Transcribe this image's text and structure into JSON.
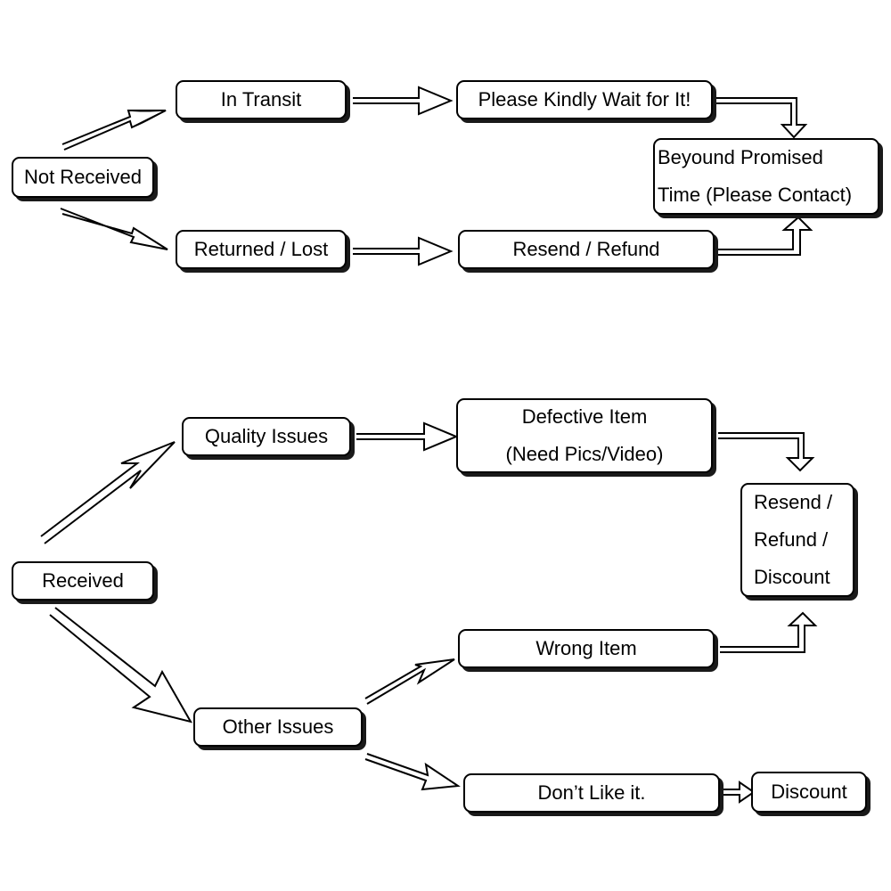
{
  "nodes": {
    "not_received": "Not Received",
    "in_transit": "In Transit",
    "wait": "Please Kindly Wait for It!",
    "beyond_1": "Beyound Promised",
    "beyond_2": "Time (Please Contact)",
    "returned_lost": "Returned / Lost",
    "resend_refund": "Resend / Refund",
    "quality_issues": "Quality Issues",
    "defective_1": "Defective Item",
    "defective_2": "(Need Pics/Video)",
    "resend_refund_discount_1": "Resend /",
    "resend_refund_discount_2": "Refund /",
    "resend_refund_discount_3": "Discount",
    "received": "Received",
    "wrong_item": "Wrong Item",
    "other_issues": "Other Issues",
    "dont_like": "Don’t Like it.",
    "discount": "Discount"
  },
  "colors": {
    "stroke": "#000000",
    "shadow": "#1a1a1a",
    "fill": "#ffffff"
  }
}
